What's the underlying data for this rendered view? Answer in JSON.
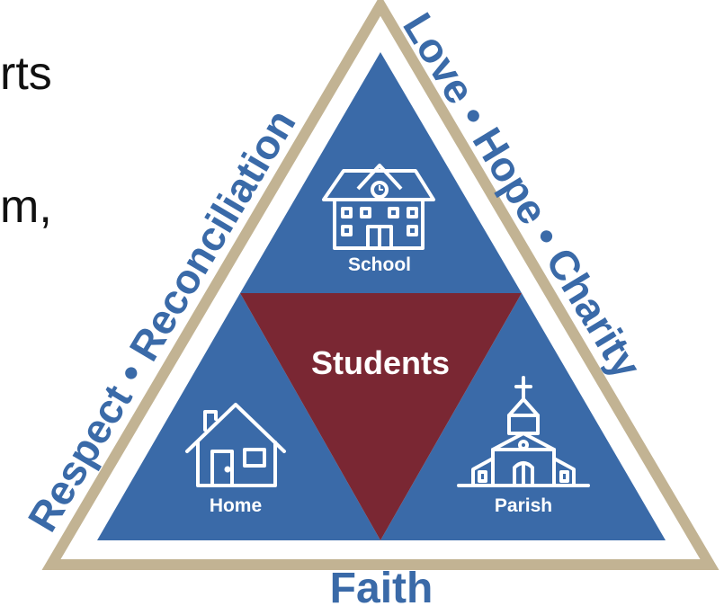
{
  "slide_text": {
    "line1": "rts",
    "line2": "m,"
  },
  "diagram": {
    "center": "Students",
    "school": "School",
    "home": "Home",
    "parish": "Parish",
    "left_side": "Respect • Reconciliation",
    "right_side": "Love • Hope • Charity",
    "bottom": "Faith"
  },
  "colors": {
    "blue": "#3a6aa8",
    "maroon": "#7a2733",
    "border": "#c2b393",
    "text_blue": "#3a6aa8",
    "white": "#ffffff"
  },
  "icons": [
    "school-icon",
    "house-icon",
    "church-icon"
  ]
}
